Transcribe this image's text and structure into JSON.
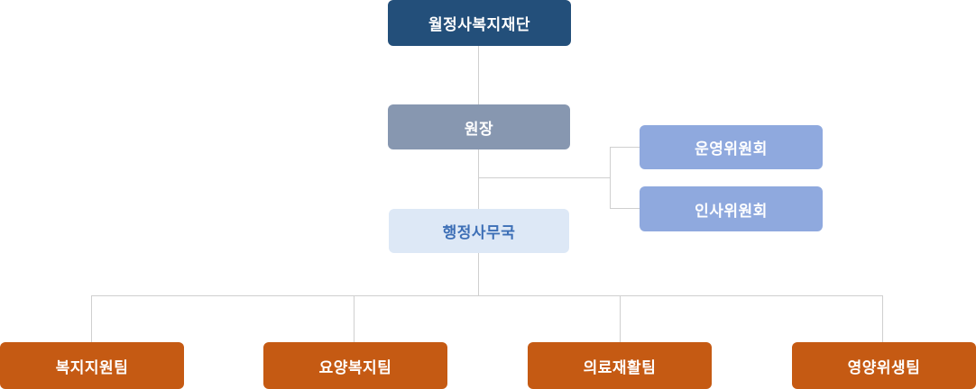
{
  "org": {
    "root": "월정사복지재단",
    "director": "원장",
    "office": "행정사무국",
    "committees": [
      "운영위원회",
      "인사위원회"
    ],
    "teams": [
      "복지지원팀",
      "요양복지팀",
      "의료재활팀",
      "영양위생팀"
    ]
  },
  "colors": {
    "root": "#234f7a",
    "director": "#8797b0",
    "office_bg": "#dde8f6",
    "office_text": "#3d6fb6",
    "committee": "#8fa9de",
    "team": "#c55a13",
    "connector": "#cfcfcf"
  }
}
